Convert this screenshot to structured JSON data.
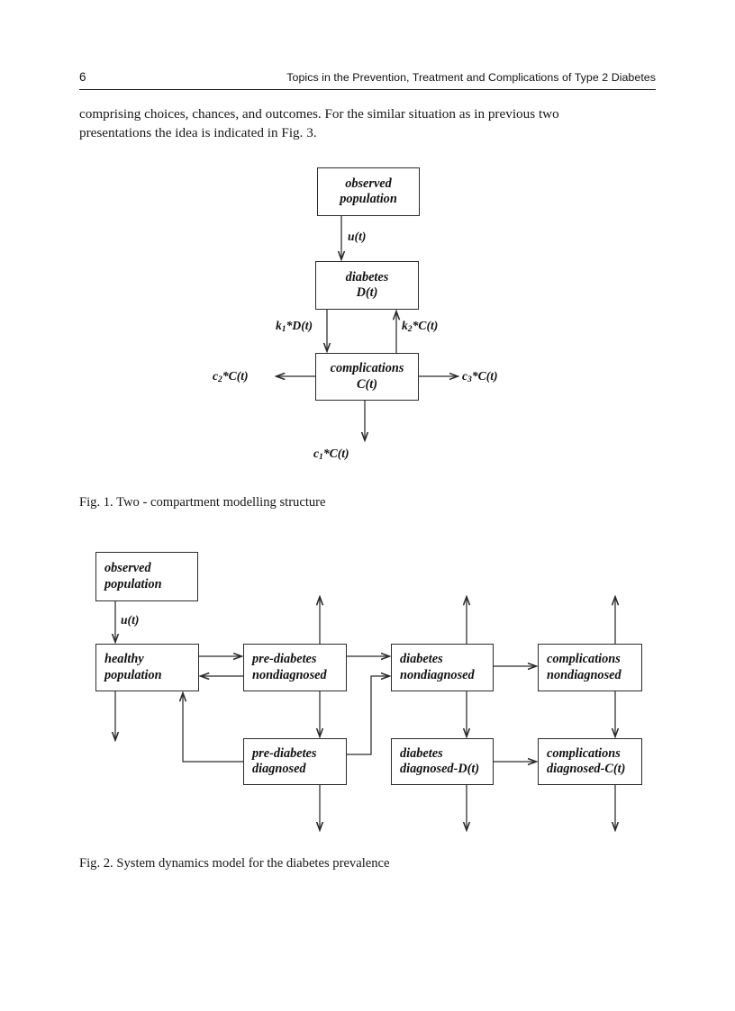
{
  "header": {
    "page_number": "6",
    "running_title": "Topics in the Prevention, Treatment and Complications of Type 2 Diabetes"
  },
  "body": {
    "paragraph_line1": "comprising choices, chances, and outcomes. For the similar situation as in previous two",
    "paragraph_line2": "presentations the idea is indicated in Fig. 3."
  },
  "figure1": {
    "caption": "Fig. 1. Two - compartment modelling structure",
    "nodes": [
      {
        "id": "observed-population",
        "line1": "observed",
        "line2": "population"
      },
      {
        "id": "diabetes",
        "line1": "diabetes",
        "line2": "D(t)"
      },
      {
        "id": "complications",
        "line1": "complications",
        "line2": "C(t)"
      }
    ],
    "edge_labels": [
      {
        "id": "u-of-t",
        "text": "u(t)"
      },
      {
        "id": "k1-d-of-t",
        "base": "k",
        "sub": "1",
        "rest": "*D(t)"
      },
      {
        "id": "k2-c-of-t",
        "base": "k",
        "sub": "2",
        "rest": "*C(t)"
      },
      {
        "id": "c2-c-of-t",
        "base": "c",
        "sub": "2",
        "rest": "*C(t)"
      },
      {
        "id": "c3-c-of-t",
        "base": "c",
        "sub": "3",
        "rest": "*C(t)"
      },
      {
        "id": "c1-c-of-t",
        "base": "c",
        "sub": "1",
        "rest": "*C(t)"
      }
    ]
  },
  "figure2": {
    "caption": "Fig. 2. System dynamics model for the diabetes prevalence",
    "nodes": [
      {
        "id": "observed-population",
        "line1": "observed",
        "line2": "population"
      },
      {
        "id": "healthy-population",
        "line1": "healthy",
        "line2": "population"
      },
      {
        "id": "pre-diabetes-nondiagnosed",
        "line1": "pre-diabetes",
        "line2": "nondiagnosed"
      },
      {
        "id": "diabetes-nondiagnosed",
        "line1": "diabetes",
        "line2": "nondiagnosed"
      },
      {
        "id": "complications-nondiagnosed",
        "line1": "complications",
        "line2": "nondiagnosed"
      },
      {
        "id": "pre-diabetes-diagnosed",
        "line1": "pre-diabetes",
        "line2": "diagnosed"
      },
      {
        "id": "diabetes-diagnosed",
        "line1": "diabetes",
        "line2": "diagnosed-D(t)"
      },
      {
        "id": "complications-diagnosed",
        "line1": "complications",
        "line2": "diagnosed-C(t)"
      }
    ],
    "edge_labels": [
      {
        "id": "u-of-t",
        "text": "u(t)"
      }
    ]
  }
}
